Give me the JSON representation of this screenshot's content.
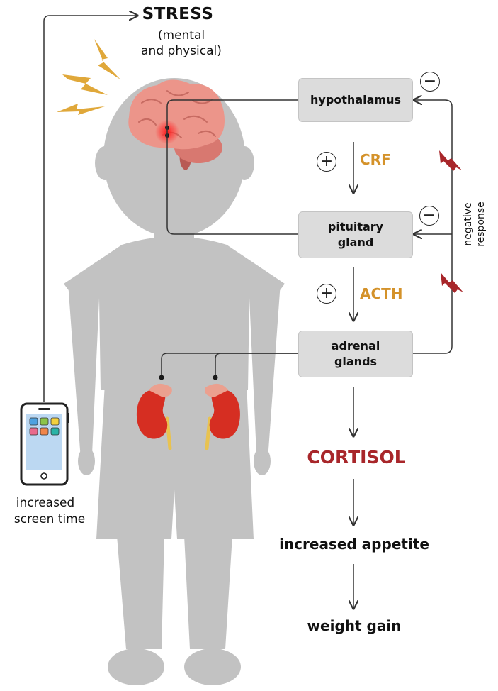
{
  "stress": {
    "title": "STRESS",
    "subtitle_line1": "(mental",
    "subtitle_line2": "and physical)"
  },
  "boxes": {
    "hypothalamus": "hypothalamus",
    "pituitary_line1": "pituitary",
    "pituitary_line2": "gland",
    "adrenal_line1": "adrenal",
    "adrenal_line2": "glands"
  },
  "hormones": {
    "crf": "CRF",
    "acth": "ACTH",
    "cortisol": "CORTISOL"
  },
  "signs": {
    "plus": "+",
    "minus": "−"
  },
  "feedback": {
    "line1": "negative",
    "line2": "response"
  },
  "outcomes": {
    "appetite": "increased appetite",
    "weight": "weight gain"
  },
  "phone": {
    "line1": "increased",
    "line2": "screen time"
  },
  "colors": {
    "hormone_orange": "#d4922a",
    "cortisol_red": "#a8262a",
    "silhouette": "#c2c2c2",
    "box_fill": "#dcdcdc",
    "lightning": "#e0a83a",
    "feedback_bolt": "#a8262a"
  }
}
